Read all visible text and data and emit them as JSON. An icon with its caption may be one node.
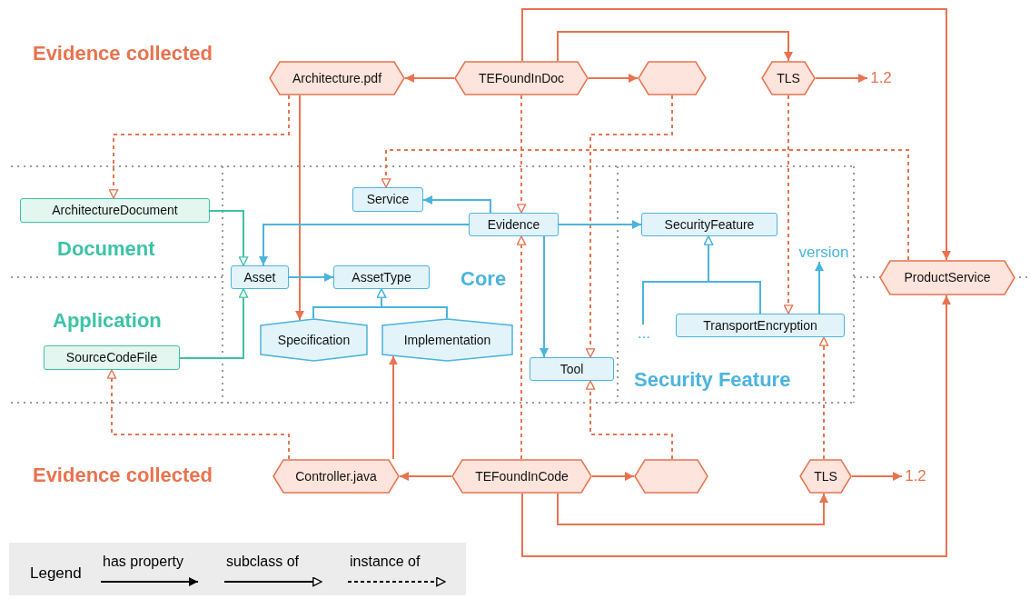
{
  "diagram": {
    "nodes": [
      {
        "text": [
          "Architecture.pdf"
        ]
      },
      {
        "text": [
          "TEFoundInDoc"
        ]
      },
      {
        "text": [],
        "shape": "hexagon"
      },
      {
        "text": [
          "TLS"
        ]
      },
      {
        "text": [
          "1.2"
        ]
      },
      {
        "text": [
          "ArchitectureDocument"
        ]
      },
      {
        "text": [
          "Service"
        ]
      },
      {
        "text": [
          "Evidence"
        ]
      },
      {
        "text": [
          "SecurityFeature"
        ]
      },
      {
        "text": [
          "version"
        ]
      },
      {
        "text": [
          "Asset"
        ]
      },
      {
        "text": [
          "AssetType"
        ]
      },
      {
        "text": [
          "ProductService"
        ]
      },
      {
        "text": [
          "Specification"
        ]
      },
      {
        "text": [
          "Implementation"
        ]
      },
      {
        "text": [
          "..."
        ]
      },
      {
        "text": [
          "TransportEncryption"
        ]
      },
      {
        "text": [
          "SourceCodeFile"
        ]
      },
      {
        "text": [
          "Tool"
        ]
      },
      {
        "text": [
          "Controller.java"
        ]
      },
      {
        "text": [
          "TEFoundInCode"
        ]
      },
      {
        "text": [],
        "shape": "hexagon"
      },
      {
        "text": [
          "TLS"
        ]
      },
      {
        "text": [
          "1.2"
        ]
      }
    ],
    "edges": [
      {
        "from": 1,
        "to": 0,
        "arrow": "to"
      },
      {
        "from": 1,
        "to": 2,
        "arrow": "to"
      },
      {
        "from": 1,
        "to": 3,
        "arrow": "to"
      },
      {
        "from": 1,
        "to": 12,
        "arrow": "to"
      },
      {
        "from": 3,
        "to": 4,
        "arrow": "to"
      },
      {
        "from": 0,
        "to": 5,
        "arrow": "to",
        "style": "dashed"
      },
      {
        "from": 0,
        "to": 13,
        "arrow": "to"
      },
      {
        "from": 1,
        "to": 7,
        "arrow": "to",
        "style": "dashed"
      },
      {
        "from": 2,
        "to": 18,
        "arrow": "to",
        "style": "dashed"
      },
      {
        "from": 3,
        "to": 16,
        "arrow": "to",
        "style": "dashed"
      },
      {
        "from": 12,
        "to": 6,
        "arrow": "to",
        "style": "dashed"
      },
      {
        "from": 19,
        "to": 17,
        "arrow": "to",
        "style": "dashed"
      },
      {
        "from": 19,
        "to": 14,
        "arrow": "to"
      },
      {
        "from": 20,
        "to": 19,
        "arrow": "to"
      },
      {
        "from": 20,
        "to": 21,
        "arrow": "to"
      },
      {
        "from": 20,
        "to": 7,
        "arrow": "to",
        "style": "dashed"
      },
      {
        "from": 21,
        "to": 18,
        "arrow": "to",
        "style": "dashed"
      },
      {
        "from": 22,
        "to": 16,
        "arrow": "to",
        "style": "dashed"
      },
      {
        "from": 22,
        "to": 23,
        "arrow": "to"
      },
      {
        "from": 20,
        "to": 22,
        "arrow": "to"
      },
      {
        "from": 20,
        "to": 12,
        "arrow": "to"
      },
      {
        "from": 5,
        "to": 10,
        "arrow": "to",
        "color": "#3cc3a5"
      },
      {
        "from": 17,
        "to": 10,
        "arrow": "to",
        "color": "#3cc3a5"
      },
      {
        "from": 7,
        "to": 6,
        "arrow": "to",
        "color": "#4bb4de"
      },
      {
        "from": 7,
        "to": 10,
        "arrow": "to",
        "color": "#4bb4de"
      },
      {
        "from": 7,
        "to": 8,
        "arrow": "to",
        "color": "#4bb4de"
      },
      {
        "from": 7,
        "to": 18,
        "arrow": "to",
        "color": "#4bb4de"
      },
      {
        "from": 10,
        "to": 11,
        "arrow": "to",
        "color": "#4bb4de"
      },
      {
        "from": 13,
        "to": 11,
        "arrow": "to",
        "color": "#4bb4de"
      },
      {
        "from": 14,
        "to": 11,
        "arrow": "to",
        "color": "#4bb4de"
      },
      {
        "from": 15,
        "to": 8,
        "arrow": "to",
        "color": "#4bb4de"
      },
      {
        "from": 16,
        "to": 8,
        "arrow": "to",
        "color": "#4bb4de"
      },
      {
        "from": 16,
        "to": 9,
        "arrow": "to",
        "color": "#4bb4de"
      }
    ],
    "labels": [
      "Evidence collected",
      "Document",
      "Core",
      "Application",
      "Security Feature",
      "Evidence collected",
      "Legend"
    ],
    "legend": [
      {
        "text": "has property"
      },
      {
        "text": "subclass of"
      },
      {
        "text": "instance of"
      }
    ]
  }
}
